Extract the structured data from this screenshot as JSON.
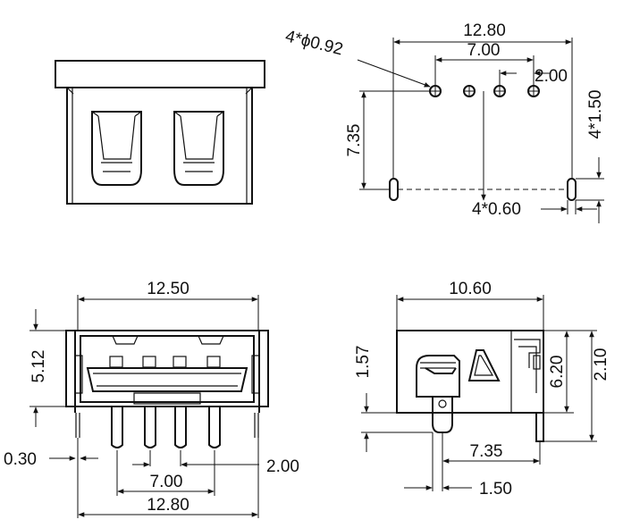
{
  "drawing": {
    "views": [
      "front-view",
      "pcb-footprint",
      "rear-view",
      "side-view"
    ],
    "colors": {
      "line": "#111111",
      "background": "#ffffff"
    }
  },
  "footprint": {
    "hole_spec": "4*ϕ0.92",
    "overall_width": "12.80",
    "inner_pitch": "7.00",
    "pin_pitch": "2.00",
    "vertical_spacing": "7.35",
    "slot_spec": "4*0.60",
    "slot_length": "4*1.50"
  },
  "rear": {
    "width": "12.50",
    "height": "5.12",
    "pin_thickness": "0.30",
    "pin_pitch": "2.00",
    "inner_pitch": "7.00",
    "total_width": "12.80"
  },
  "side": {
    "length": "10.60",
    "offset_left": "1.57",
    "body_height": "6.20",
    "total_height": "2.10",
    "peg_to_pin": "7.35",
    "peg_offset": "1.50"
  }
}
